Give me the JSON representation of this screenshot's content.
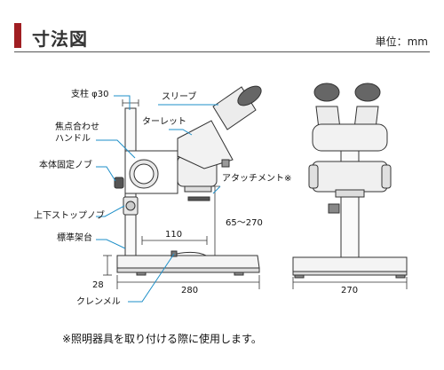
{
  "header": {
    "title": "寸法図",
    "unit": "単位：mm"
  },
  "labels": {
    "pillar": "支柱 φ30",
    "sleeve": "スリーブ",
    "turret": "ターレット",
    "focus_handle_1": "焦点合わせ",
    "focus_handle_2": "ハンドル",
    "body_knob": "本体固定ノブ",
    "attachment": "アタッチメント※",
    "stop_knob": "上下ストップノブ",
    "base_frame": "標準架台",
    "clamp": "クレンメル"
  },
  "dimensions": {
    "d110": "110",
    "d65_270": "65～270",
    "d28": "28",
    "d280": "280",
    "d270": "270"
  },
  "footnote": "※照明器具を取り付ける際に使用します。",
  "colors": {
    "accent": "#a01e22",
    "leader": "#1e8fc8",
    "line": "#333333"
  }
}
